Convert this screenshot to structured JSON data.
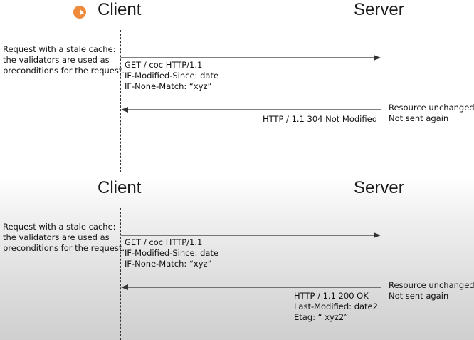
{
  "panels": [
    {
      "client_label": "Client",
      "server_label": "Server",
      "left_note": [
        "Request with a stale cache:",
        "the validators are used as",
        "preconditions for the request."
      ],
      "request_lines": [
        "GET  / coc  HTTP/1.1",
        "IF-Modified-Since:  date",
        "IF-None-Match:  “xyz”"
      ],
      "response_lines": [
        "HTTP / 1.1  304  Not Modified"
      ],
      "right_note": [
        "Resource unchanged.",
        "Not sent again"
      ]
    },
    {
      "client_label": "Client",
      "server_label": "Server",
      "left_note": [
        "Request with a stale cache:",
        "the validators are used as",
        "preconditions for the request."
      ],
      "request_lines": [
        "GET  / coc  HTTP/1.1",
        "IF-Modified-Since:  date",
        "IF-None-Match:  “xyz”"
      ],
      "response_lines": [
        "HTTP / 1.1  200  OK",
        "Last-Modified:  date2",
        "Etag:  “  xyz2”"
      ],
      "right_note": [
        "Resource unchanged.",
        "Not sent again"
      ]
    }
  ],
  "colors": {
    "cursor": "#f08a3c",
    "line": "#333333"
  },
  "icons": {
    "cursor": "pointer-cursor-icon"
  }
}
